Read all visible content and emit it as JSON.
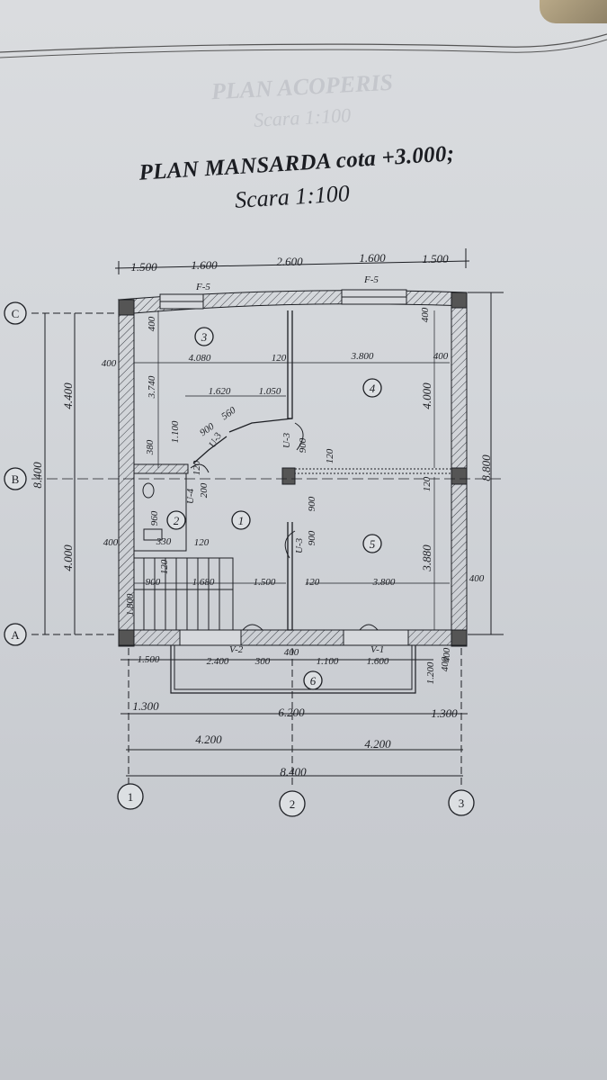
{
  "title": "PLAN MANSARDA cota +3.000;",
  "subtitle": "Scara 1:100",
  "faint_header": {
    "line1": "PLAN ACOPERIS",
    "line2": "Scara 1:100"
  },
  "axes": {
    "rows": [
      "C",
      "B",
      "A"
    ],
    "cols": [
      "1",
      "2",
      "3"
    ]
  },
  "rooms": [
    "1",
    "2",
    "3",
    "4",
    "5",
    "6"
  ],
  "windows": {
    "f5_left": "F-5",
    "f5_right": "F-5",
    "v2": "V-2",
    "v1": "V-1"
  },
  "doors": {
    "u3_stair": "U-3",
    "u3_mid_top": "U-3",
    "u3_mid_bot": "U-3",
    "u4": "U-4"
  },
  "top_dims": [
    "1.500",
    "1.600",
    "2.600",
    "1.600",
    "1.500"
  ],
  "left_dims": {
    "total": "8.400",
    "upper": "4.400",
    "lower": "4.000"
  },
  "right_dims": {
    "total": "8.800",
    "upper": "4.000",
    "lower": "3.880",
    "wall_top": "400",
    "wall_bot": "400",
    "right_400": "400",
    "w120": "120"
  },
  "interior": {
    "r3_width": "4.080",
    "r3_depth": "3.740",
    "r3_wall": "400",
    "left_400": "400",
    "w120_top": "120",
    "r4_width": "3.800",
    "r4_wall": "400",
    "stair_1620": "1.620",
    "stair_1050": "1.050",
    "d900": "900",
    "d560": "560",
    "d1100": "1.100",
    "d380": "380",
    "d120a": "120",
    "d200": "200",
    "d120b": "120",
    "mid900a": "900",
    "mid120": "120",
    "mid900b": "900",
    "mid900c": "900",
    "d960": "960",
    "d330": "330",
    "d120c": "120",
    "left_400b": "400",
    "d120d": "120",
    "bot_900": "900",
    "bot_1680": "1.680",
    "bot_1500": "1.500",
    "bot_120": "120",
    "bot_3800": "3.800",
    "d1800": "1.800"
  },
  "balcony_dims": [
    "1.500",
    "2.400",
    "300",
    "400",
    "1.100",
    "1.600",
    "1.200",
    "400"
  ],
  "bottom_dims": {
    "a": "1.300",
    "b": "6.200",
    "c": "1.300",
    "d": "4.200",
    "e": "4.200",
    "f": "8.400"
  }
}
